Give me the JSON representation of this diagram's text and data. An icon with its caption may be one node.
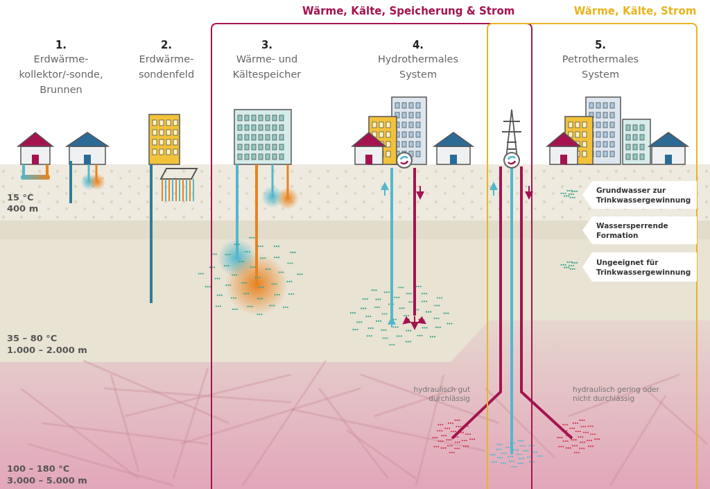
{
  "diagram": {
    "nodes": [
      {
        "text": [
          "1.",
          "Erdwärme- kollektor/-sonde, Brunnen"
        ]
      },
      {
        "text": [
          "2.",
          "Erdwärme- sondenfeld"
        ]
      },
      {
        "text": [
          "Wärme, Kälte, Speicherung & Strom"
        ]
      },
      {
        "text": [
          "3.",
          "Wärme- und Kältespeicher"
        ],
        "in": 2
      },
      {
        "text": [
          "4.",
          "Hydrothermales System"
        ],
        "in": 2
      },
      {
        "text": [
          "Wärme, Kälte, Strom"
        ]
      },
      {
        "text": [
          "5.",
          "Petrothermales System"
        ],
        "in": 5
      },
      {
        "text": [
          "Grundwasser zur Trinkwassergewinnung"
        ],
        "in": 5
      },
      {
        "text": [
          "Wassersperrende Formation"
        ],
        "in": 5
      },
      {
        "text": [
          "Ungeeignet für Trinkwassergewinnung"
        ],
        "in": 5
      }
    ],
    "labels": [
      "15 °C",
      "400 m",
      "35 – 80 °C",
      "1.000 – 2.000 m",
      "hydraulisch gut durchlässig",
      "hydraulisch gering oder nicht durchlässig",
      "100 – 180 °C",
      "3.000 – 5.000 m"
    ]
  }
}
